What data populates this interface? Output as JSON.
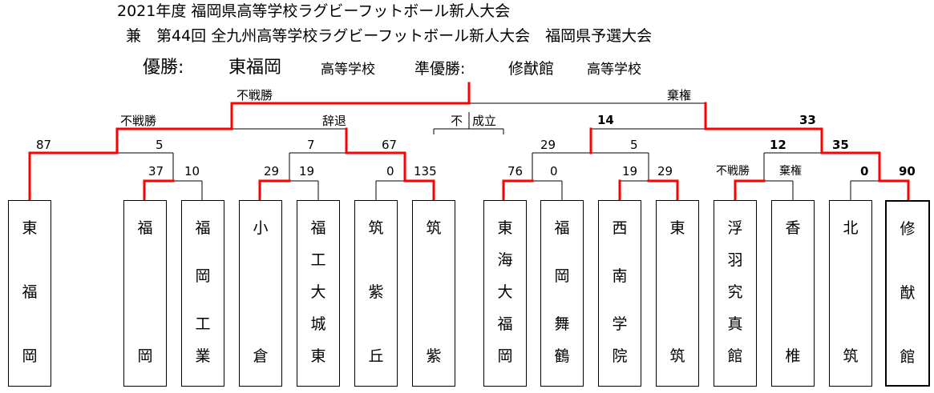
{
  "title": {
    "line1": "2021年度 福岡県高等学校ラグビーフットボール新人大会",
    "line2": "兼　第44回 全九州高等学校ラグビーフットボール新人大会　福岡県予選大会"
  },
  "result": {
    "champion_label": "優勝:",
    "champion_name": "東福岡",
    "champion_suffix": "高等学校",
    "runnerup_label": "準優勝:",
    "runnerup_name": "修猷館",
    "runnerup_suffix": "高等学校"
  },
  "notes": {
    "left_final": "不戦勝",
    "right_final": "棄権",
    "left_semi": "不戦勝",
    "left_semi_right": "辞退",
    "third_a": "不",
    "third_b": "成立",
    "r1_left": "不戦勝",
    "r1_right": "棄権"
  },
  "scores": {
    "s87": "87",
    "s5": "5",
    "s37": "37",
    "s10": "10",
    "s7": "7",
    "s29a": "29",
    "s19a": "19",
    "s67": "67",
    "s0a": "0",
    "s135": "135",
    "s29b": "29",
    "s76": "76",
    "s0b": "0",
    "s5b": "5",
    "s19b": "19",
    "s29c": "29",
    "s14": "14",
    "s33": "33",
    "s12": "12",
    "s35": "35",
    "s0c": "0",
    "s90": "90"
  },
  "teams": [
    {
      "id": "higashifukuoka",
      "chars": [
        "東",
        "福",
        "岡"
      ]
    },
    {
      "id": "fukuoka",
      "chars": [
        "福",
        "岡"
      ]
    },
    {
      "id": "fukuoka-kogyo",
      "chars": [
        "福",
        "岡",
        "工",
        "業"
      ]
    },
    {
      "id": "kokura",
      "chars": [
        "小",
        "倉"
      ]
    },
    {
      "id": "fukko-daijo",
      "chars": [
        "福",
        "工",
        "大",
        "城",
        "東"
      ]
    },
    {
      "id": "chikushigaoka",
      "chars": [
        "筑",
        "紫",
        "丘"
      ]
    },
    {
      "id": "chikushi",
      "chars": [
        "筑",
        "紫"
      ]
    },
    {
      "id": "tokai-fukuoka",
      "chars": [
        "東",
        "海",
        "大",
        "福",
        "岡"
      ]
    },
    {
      "id": "fukuoka-maizuru",
      "chars": [
        "福",
        "岡",
        "舞",
        "鶴"
      ]
    },
    {
      "id": "seinan-gakuin",
      "chars": [
        "西",
        "南",
        "学",
        "院"
      ]
    },
    {
      "id": "higashichiku",
      "chars": [
        "東",
        "筑"
      ]
    },
    {
      "id": "ukiha-kyushin",
      "chars": [
        "浮",
        "羽",
        "究",
        "真",
        "館"
      ]
    },
    {
      "id": "kashii",
      "chars": [
        "香",
        "椎"
      ]
    },
    {
      "id": "kitachiku",
      "chars": [
        "北",
        "筑"
      ]
    },
    {
      "id": "shuyukan",
      "chars": [
        "修",
        "猷",
        "館"
      ]
    }
  ]
}
